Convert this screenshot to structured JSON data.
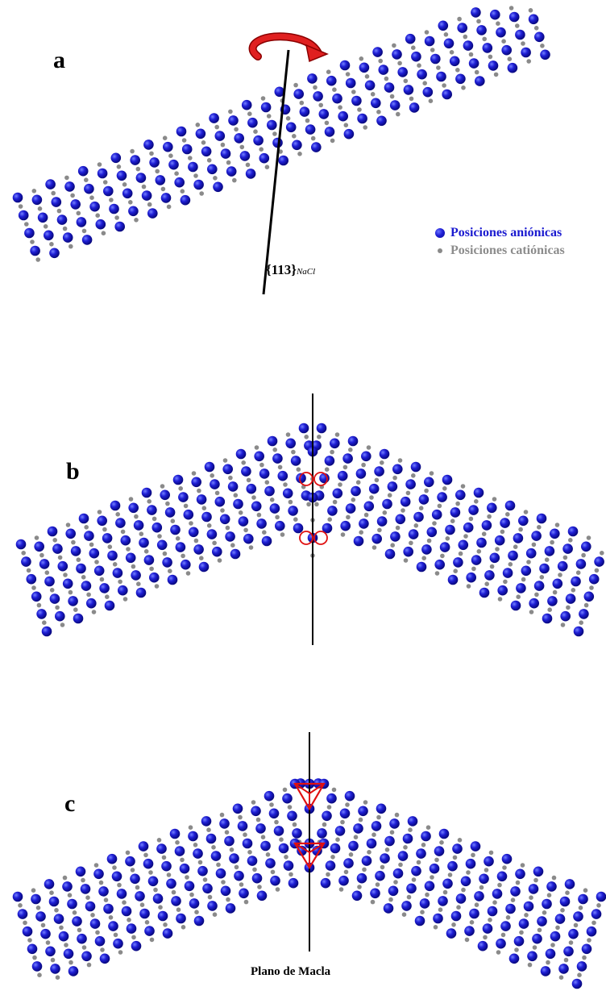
{
  "panels": {
    "a": {
      "letter": "a"
    },
    "b": {
      "letter": "b"
    },
    "c": {
      "letter": "c"
    }
  },
  "legend": {
    "anion_label": "Posiciones aniónicas",
    "cation_label": "Posiciones catiónicas"
  },
  "plane_label": {
    "main": "{113}",
    "subscript": "NaCl"
  },
  "caption": "Plano de Macla",
  "colors": {
    "anion": "#1f1fd6",
    "cation": "#8a8a8a",
    "highlight": "#e01010",
    "line": "#000000"
  }
}
